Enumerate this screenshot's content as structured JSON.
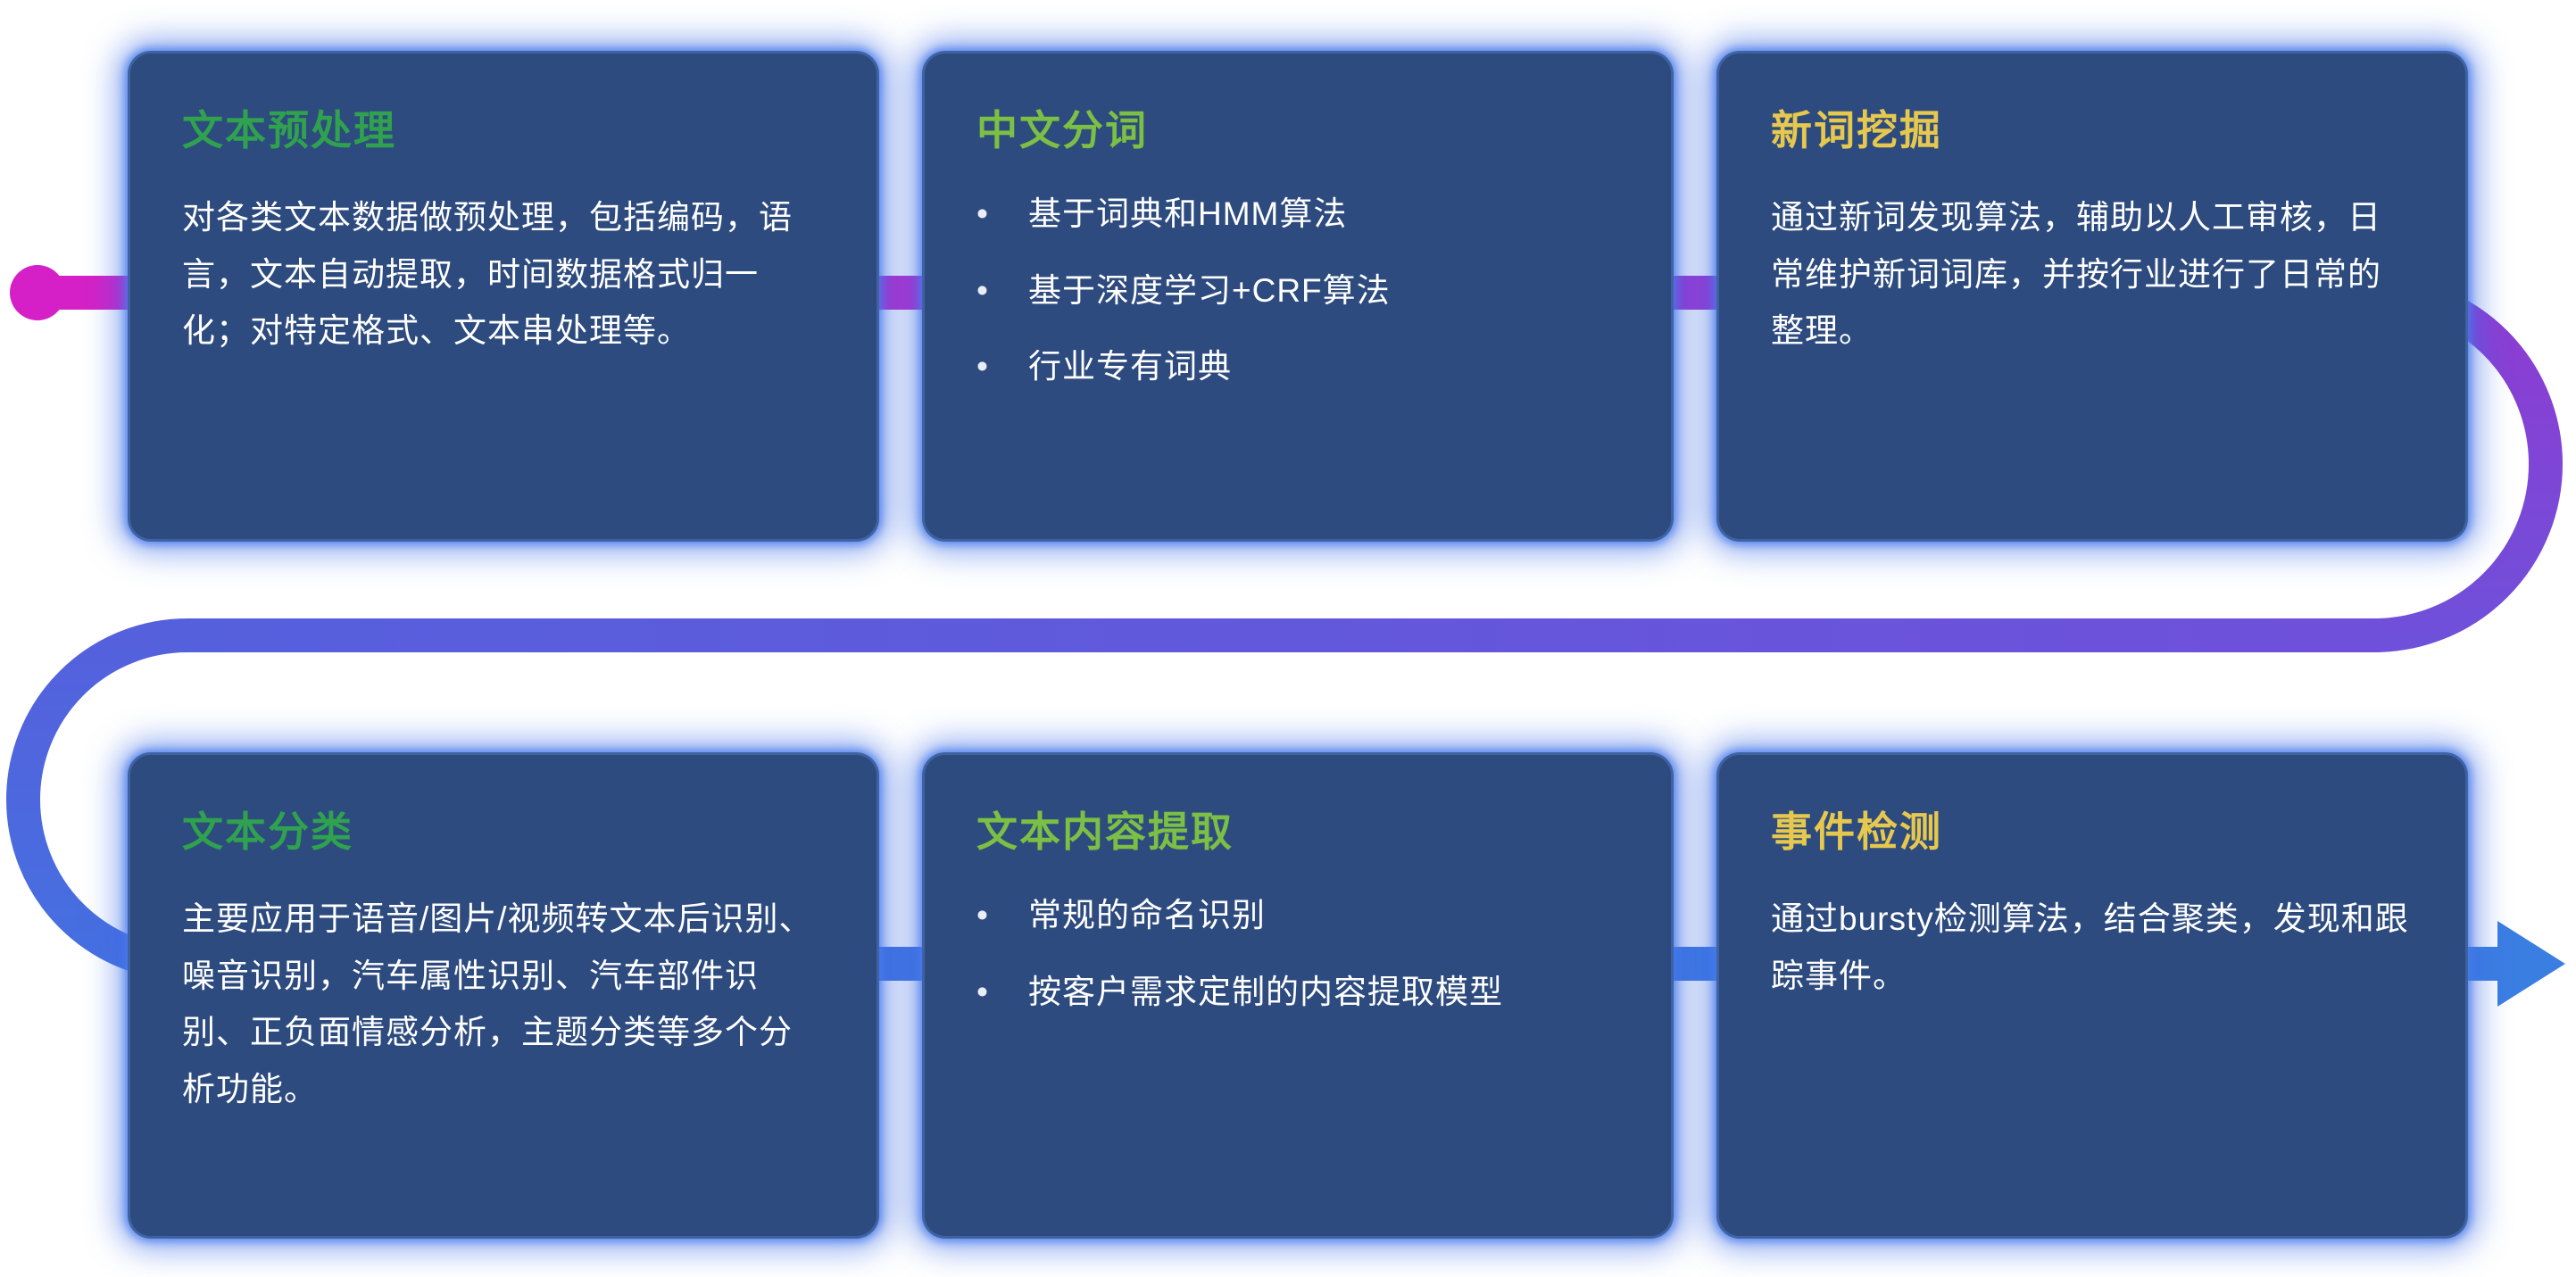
{
  "bullet_char": "•",
  "colors": {
    "card_bg": "#2d4b7e",
    "card_glow": "#4b7ce6",
    "title_green": "#2fa14f",
    "title_lime": "#7cbf45",
    "title_gold": "#e7c84e",
    "body_text": "#ffffff",
    "pipe_start_magenta": "#d620c7",
    "pipe_purple": "#8f3bd2",
    "pipe_mid_violet": "#6f50da",
    "pipe_indigo": "#5560dd",
    "pipe_blue": "#4570e0",
    "pipe_end_blue": "#3b7ee2",
    "background": "#ffffff"
  },
  "cards": [
    {
      "title": "文本预处理",
      "body": "对各类文本数据做预处理，包括编码，语言，文本自动提取，时间数据格式归一化；对特定格式、文本串处理等。"
    },
    {
      "title": "中文分词",
      "bullets": [
        "基于词典和HMM算法",
        "基于深度学习+CRF算法",
        "行业专有词典"
      ]
    },
    {
      "title": "新词挖掘",
      "body": "通过新词发现算法，辅助以人工审核，日常维护新词词库，并按行业进行了日常的整理。"
    },
    {
      "title": "文本分类",
      "body": "主要应用于语音/图片/视频转文本后识别、噪音识别，汽车属性识别、汽车部件识别、正负面情感分析，主题分类等多个分析功能。"
    },
    {
      "title": "文本内容提取",
      "bullets": [
        "常规的命名识别",
        "按客户需求定制的内容提取模型"
      ]
    },
    {
      "title": "事件检测",
      "body": "通过bursty检测算法，结合聚类，发现和跟踪事件。"
    }
  ]
}
